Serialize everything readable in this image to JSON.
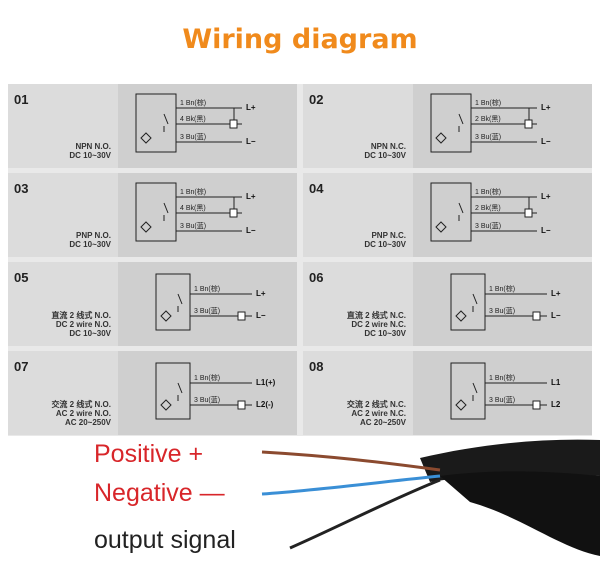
{
  "title": "Wiring diagram",
  "diagrams": [
    {
      "num": "01",
      "label": "NPN N.O.\nDC 10~30V",
      "wires": [
        "1 Bn(棕)",
        "4 Bk(黑)",
        "3 Bu(蓝)"
      ],
      "terms": [
        "L+",
        "",
        "L−"
      ]
    },
    {
      "num": "02",
      "label": "NPN N.C.\nDC 10~30V",
      "wires": [
        "1 Bn(棕)",
        "2 Bk(黑)",
        "3 Bu(蓝)"
      ],
      "terms": [
        "L+",
        "",
        "L−"
      ]
    },
    {
      "num": "03",
      "label": "PNP N.O.\nDC 10~30V",
      "wires": [
        "1 Bn(棕)",
        "4 Bk(黑)",
        "3 Bu(蓝)"
      ],
      "terms": [
        "L+",
        "",
        "L−"
      ]
    },
    {
      "num": "04",
      "label": "PNP N.C.\nDC 10~30V",
      "wires": [
        "1 Bn(棕)",
        "2 Bk(黑)",
        "3 Bu(蓝)"
      ],
      "terms": [
        "L+",
        "",
        "L−"
      ]
    },
    {
      "num": "05",
      "label": "直流 2 线式 N.O.\nDC 2 wire N.O.\nDC 10~30V",
      "wires": [
        "1 Bn(棕)",
        "3 Bu(蓝)"
      ],
      "terms": [
        "L+",
        "L−"
      ]
    },
    {
      "num": "06",
      "label": "直流 2 线式 N.C.\nDC 2 wire N.C.\nDC 10~30V",
      "wires": [
        "1 Bn(棕)",
        "3 Bu(蓝)"
      ],
      "terms": [
        "L+",
        "L−"
      ]
    },
    {
      "num": "07",
      "label": "交流 2 线式 N.O.\nAC 2 wire N.O.\nAC 20~250V",
      "wires": [
        "1 Bn(棕)",
        "3 Bu(蓝)"
      ],
      "terms": [
        "L1(+)",
        "L2(-)"
      ]
    },
    {
      "num": "08",
      "label": "交流 2 线式 N.C.\nAC 2 wire N.C.\nAC 20~250V",
      "wires": [
        "1 Bn(棕)",
        "3 Bu(蓝)"
      ],
      "terms": [
        "L1",
        "L2"
      ]
    }
  ],
  "legend": {
    "positive": "Positive +",
    "negative": "Negative —",
    "output": "output signal"
  },
  "colors": {
    "title": "#f08a1c",
    "legend_red": "#d8262a",
    "brown": "#8b4a2f",
    "blue": "#3a8fd6",
    "black": "#222222"
  }
}
